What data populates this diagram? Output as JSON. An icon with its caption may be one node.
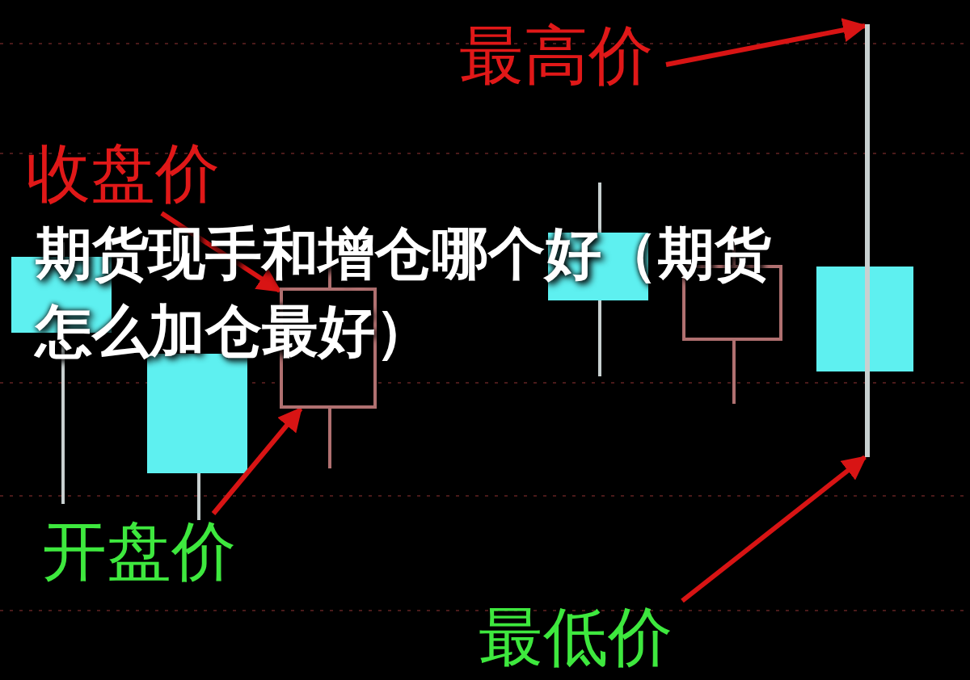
{
  "diagram": {
    "title": "期货现手和增仓哪个好（期货怎么加仓最好）",
    "nodes": [
      {
        "text": [
          "最高价"
        ]
      },
      {
        "text": [
          "收盘价"
        ]
      },
      {
        "text": [
          "开盘价"
        ]
      },
      {
        "text": [
          "最低价"
        ]
      },
      {
        "text": [],
        "shape": "box"
      },
      {
        "text": [],
        "shape": "bar"
      }
    ],
    "edges": [
      {
        "from": 0,
        "to": 5,
        "arrow": "to"
      },
      {
        "from": 1,
        "to": 4,
        "arrow": "to"
      },
      {
        "from": 2,
        "to": 4,
        "arrow": "to"
      },
      {
        "from": 3,
        "to": 5,
        "arrow": "to"
      }
    ]
  }
}
